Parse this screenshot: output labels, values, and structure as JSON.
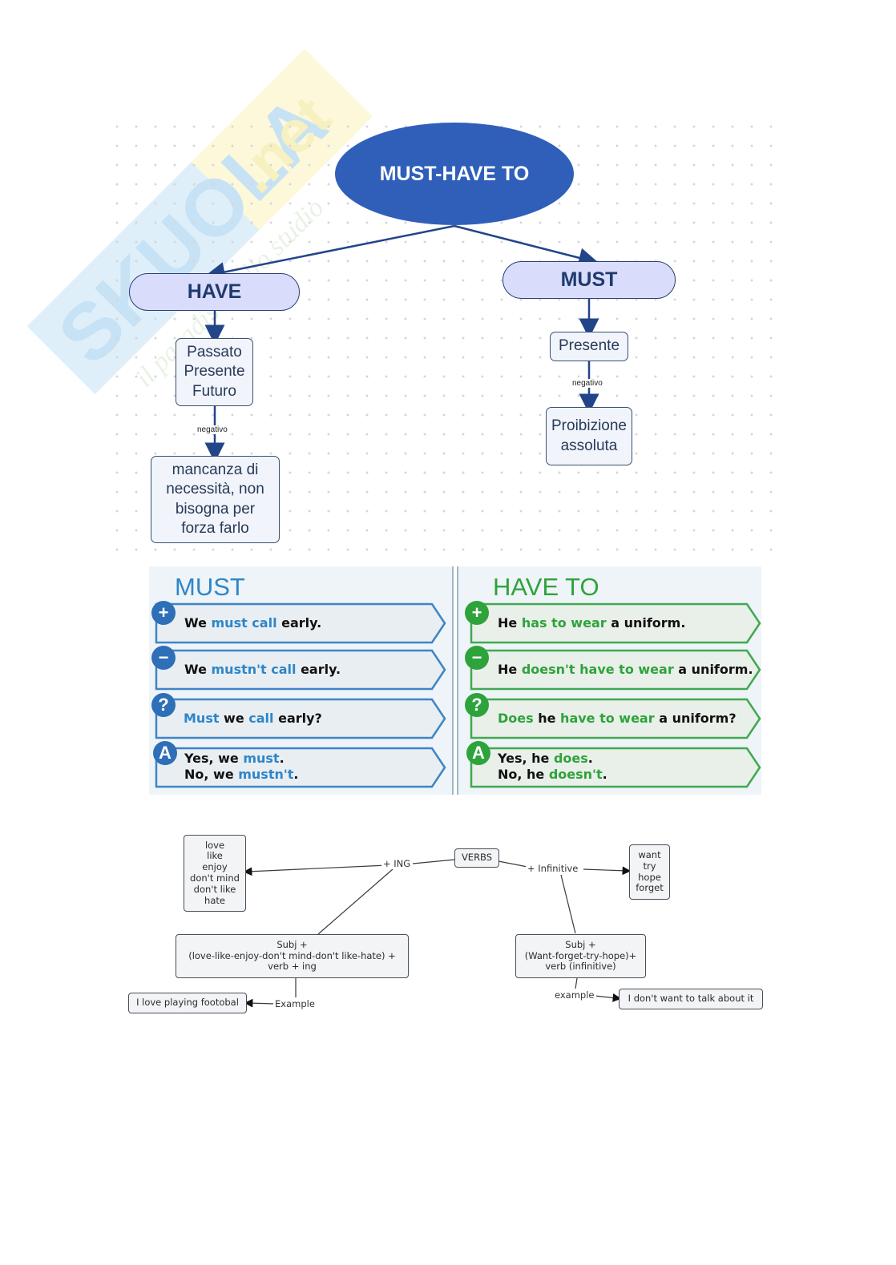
{
  "top_map": {
    "title": "MUST-HAVE TO",
    "have": {
      "label": "HAVE",
      "tenses": "Passato\nPresente\nFuturo",
      "negative_label": "negativo",
      "meaning": "mancanza di\nnecessità, non\nbisogna per\nforza farlo"
    },
    "must": {
      "label": "MUST",
      "tense": "Presente",
      "negative_label": "negativo",
      "meaning": "Proibizione\nassoluta"
    },
    "colors": {
      "title_ellipse": "#2f5fb9",
      "pill_fill": "#d9ddfb",
      "arrow": "#22458a"
    }
  },
  "grammar_table": {
    "must": {
      "title": "MUST",
      "rows": [
        {
          "badge": "+",
          "parts": [
            "We ",
            "must call",
            " early."
          ]
        },
        {
          "badge": "−",
          "parts": [
            "We ",
            "mustn't call",
            " early."
          ]
        },
        {
          "badge": "?",
          "parts": [
            "",
            "Must",
            " we ",
            "call",
            " early?"
          ]
        },
        {
          "badge": "A",
          "lines": [
            [
              "Yes, we ",
              "must",
              "."
            ],
            [
              "No, we ",
              "mustn't",
              "."
            ]
          ]
        }
      ]
    },
    "have_to": {
      "title": "HAVE TO",
      "rows": [
        {
          "badge": "+",
          "parts": [
            "He ",
            "has to wear",
            " a uniform."
          ]
        },
        {
          "badge": "−",
          "parts": [
            "He ",
            "doesn't have to wear",
            " a uniform."
          ]
        },
        {
          "badge": "?",
          "parts": [
            "",
            "Does",
            " he ",
            "have to wear",
            " a uniform?"
          ]
        },
        {
          "badge": "A",
          "lines": [
            [
              "Yes, he ",
              "does",
              "."
            ],
            [
              "No, he ",
              "doesn't",
              "."
            ]
          ]
        }
      ]
    },
    "colors": {
      "must_accent": "#2e86c8",
      "have_accent": "#2ea33b",
      "must_border": "#3f84c6",
      "have_border": "#41a852"
    }
  },
  "verbs_map": {
    "center": "VERBS",
    "ing_label": "+ ING",
    "inf_label": "+ Infinitive",
    "ing_verbs": "love\nlike\nenjoy\ndon't mind\ndon't like\nhate",
    "inf_verbs": "want\ntry\nhope\nforget",
    "ing_rule": "Subj +\n(love-like-enjoy-don't mind-don't like-hate) +\nverb + ing",
    "inf_rule": "Subj +\n(Want-forget-try-hope)+\nverb (infinitive)",
    "ing_example_label": "Example",
    "inf_example_label": "example",
    "ing_example": "I love playing footobal",
    "inf_example": "I don't want to talk about it"
  },
  "watermark": {
    "brand": "skuola.net",
    "tagline": "il paradiso dello studio"
  }
}
